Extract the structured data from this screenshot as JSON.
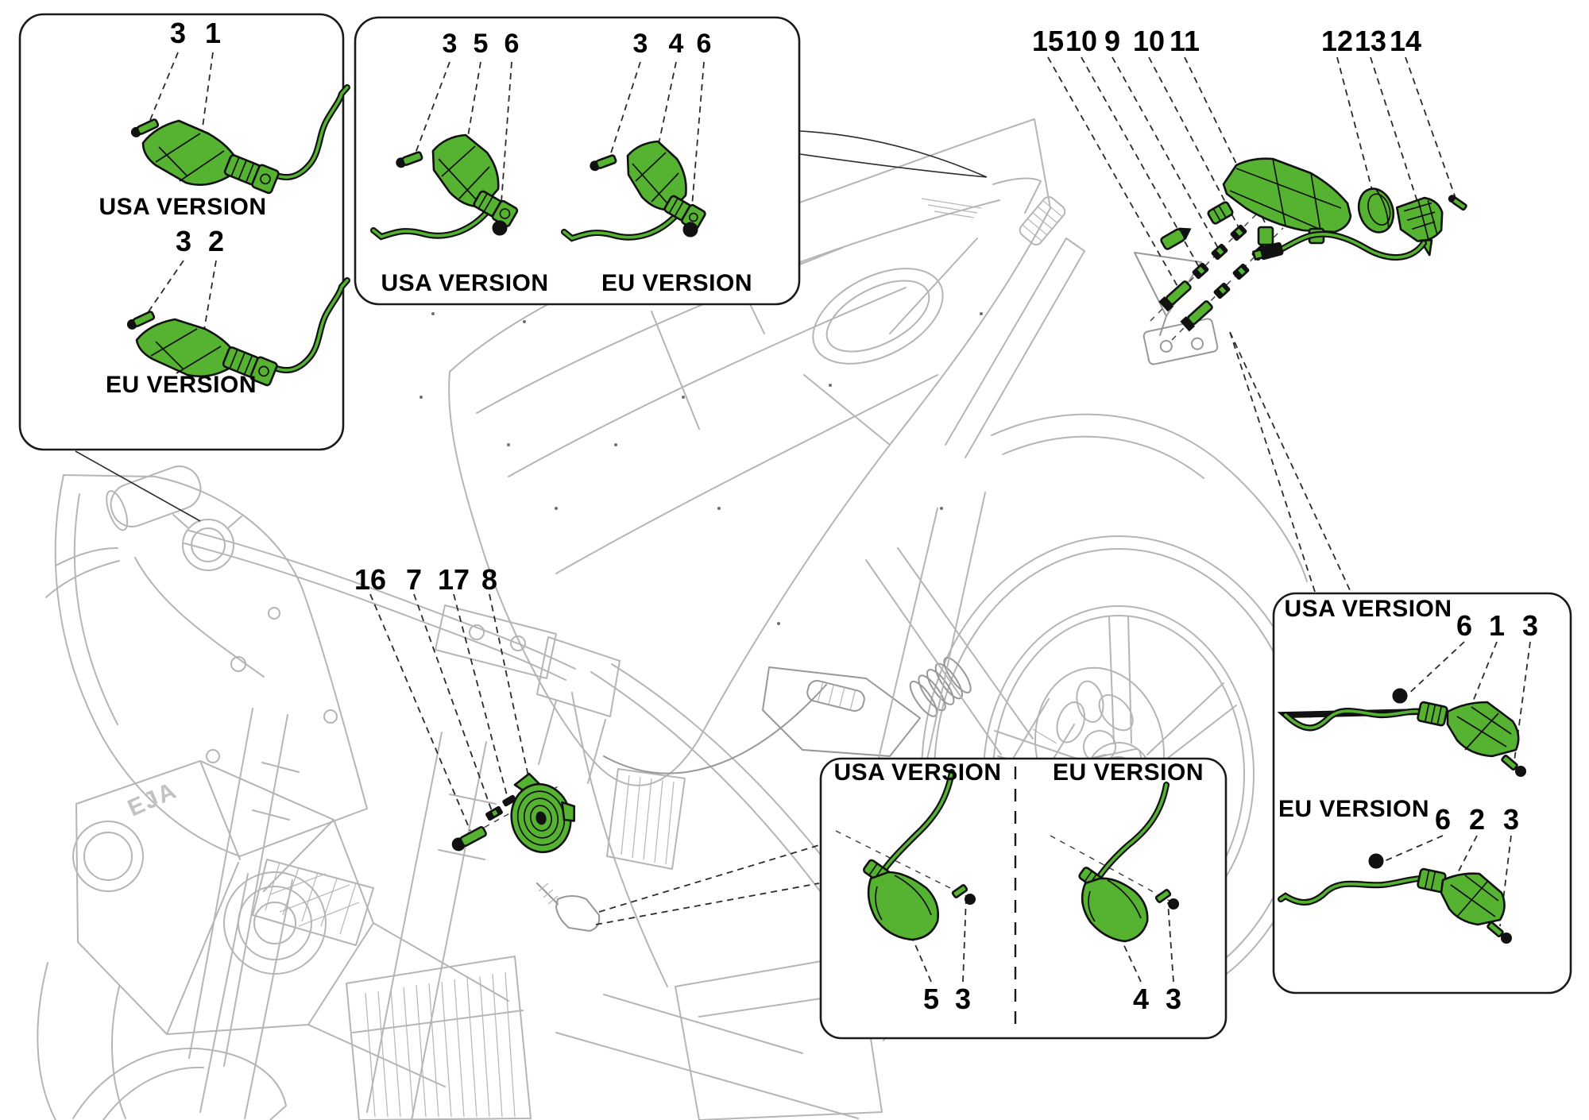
{
  "diagram_type": "motorcycle turn indicators and horn parts diagram",
  "colors": {
    "highlight_green": "#55b331",
    "outline_black": "#111111",
    "sketch_gray": "#b5b5b5",
    "leader_dark": "#2b2b2b",
    "background": "#ffffff"
  },
  "boxes": {
    "handlebar_signals": {
      "usa_label": "USA VERSION",
      "eu_label": "EU VERSION",
      "usa_numbers": [
        "3",
        "1"
      ],
      "eu_numbers": [
        "3",
        "2"
      ]
    },
    "fairing_signals": {
      "usa_label": "USA VERSION",
      "eu_label": "EU VERSION",
      "usa_numbers": [
        "3",
        "5",
        "6"
      ],
      "eu_numbers": [
        "3",
        "4",
        "6"
      ]
    },
    "lower_signals": {
      "usa_label": "USA VERSION",
      "eu_label": "EU VERSION",
      "usa_numbers": [
        "5",
        "3"
      ],
      "eu_numbers": [
        "4",
        "3"
      ]
    },
    "rear_signals": {
      "usa_label": "USA VERSION",
      "eu_label": "EU VERSION",
      "usa_numbers": [
        "6",
        "1",
        "3"
      ],
      "eu_numbers": [
        "6",
        "2",
        "3"
      ]
    }
  },
  "callouts": {
    "tail_light": [
      "15",
      "10",
      "9",
      "10",
      "11"
    ],
    "plate_light": [
      "12",
      "13",
      "14"
    ],
    "horn": [
      "16",
      "7",
      "17",
      "8"
    ]
  },
  "logo": "EJA"
}
